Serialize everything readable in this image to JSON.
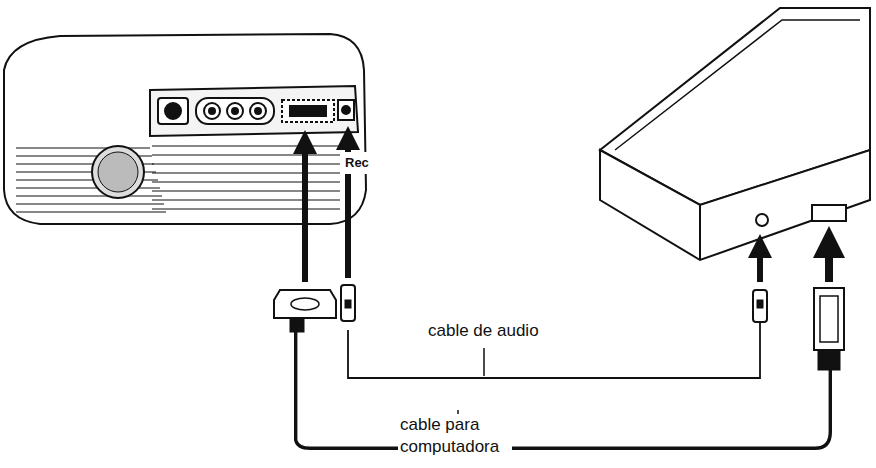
{
  "diagram": {
    "labels": [
      "cable de audio",
      "cable para computadora",
      "Rec"
    ]
  }
}
